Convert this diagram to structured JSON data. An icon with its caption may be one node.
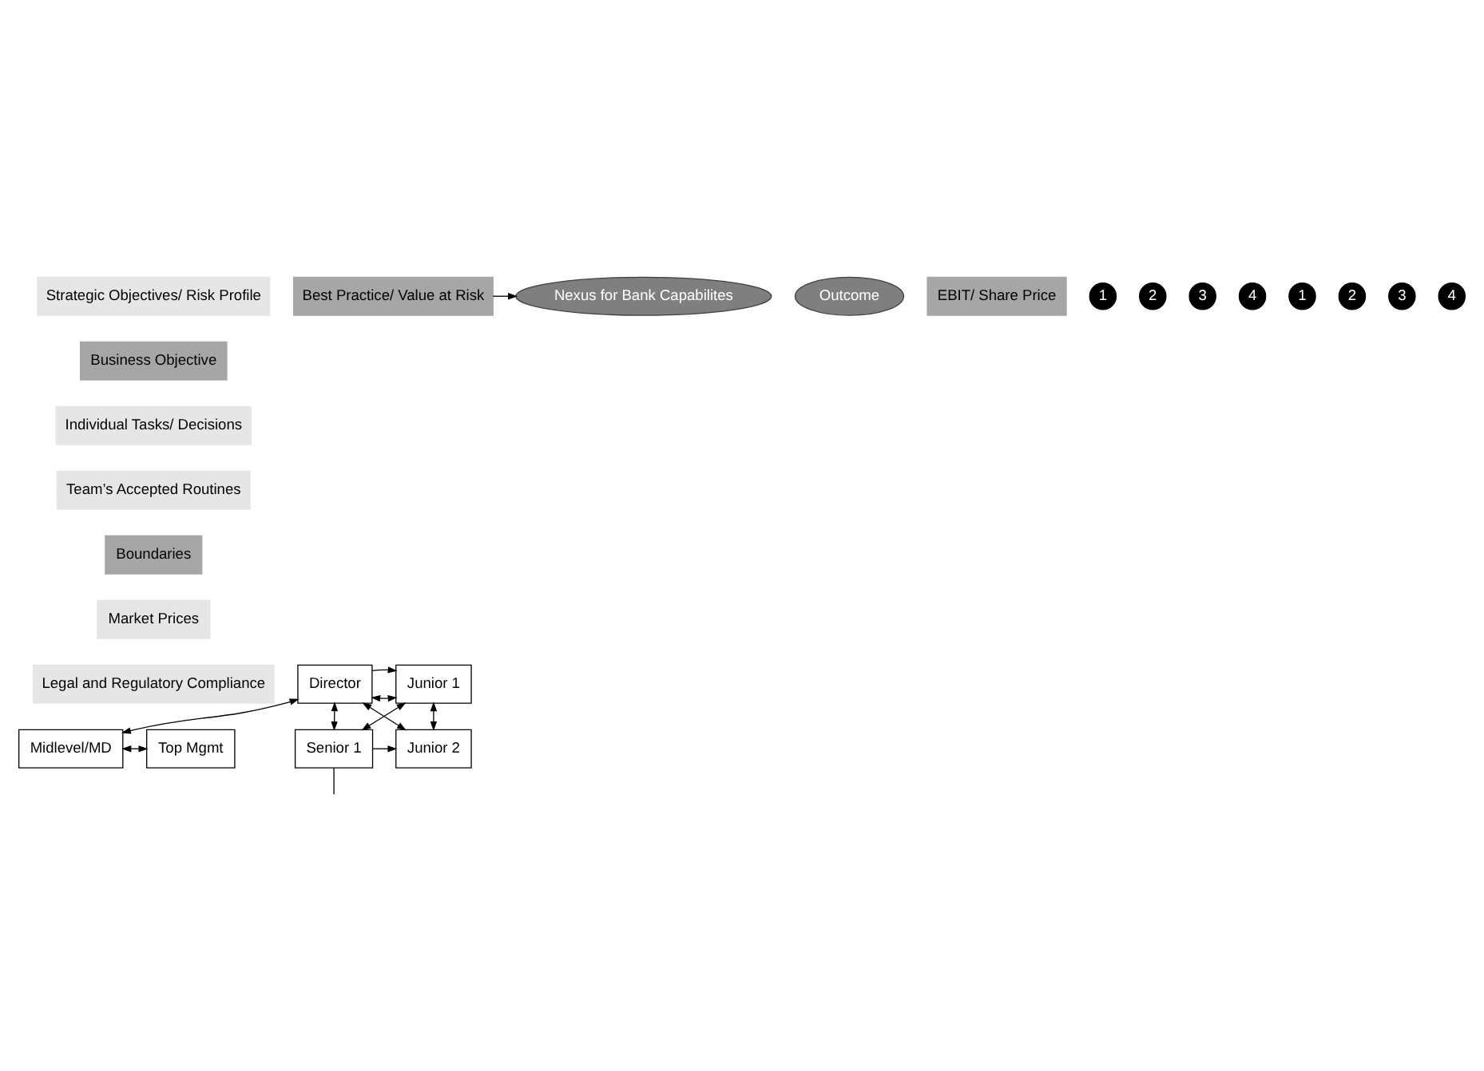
{
  "diagram": {
    "nodes": [
      {
        "text": [
          "Strategic Objectives/ Risk Profile"
        ]
      },
      {
        "text": [
          "Business Objective"
        ]
      },
      {
        "text": [
          "Individual Tasks/ Decisions"
        ]
      },
      {
        "text": [
          "Team’s Accepted Routines"
        ]
      },
      {
        "text": [
          "Boundaries"
        ]
      },
      {
        "text": [
          "Market Prices"
        ]
      },
      {
        "text": [
          "Legal and Regulatory Compliance"
        ]
      },
      {
        "text": [
          "Nexus for Bank Capabilites"
        ]
      },
      {
        "text": [
          "Best Practice/ Value at Risk"
        ]
      },
      {
        "text": [
          "Outcome"
        ]
      },
      {
        "text": [
          "EBIT/ Share Price"
        ]
      },
      {
        "text": [
          "Top Mgmt"
        ]
      },
      {
        "text": [
          "Junior 1"
        ]
      },
      {
        "text": [
          "Midlevel/MD"
        ]
      },
      {
        "text": [
          "Director"
        ]
      },
      {
        "text": [
          "Junior 2"
        ]
      },
      {
        "text": [
          "Senior 1"
        ]
      }
    ],
    "edges": [
      {
        "from": 8,
        "to": 7,
        "arrow": "to"
      },
      {
        "from": 12,
        "to": 14,
        "arrow": "both"
      },
      {
        "from": 14,
        "to": 12,
        "arrow": "to"
      },
      {
        "from": 12,
        "to": 15,
        "arrow": "both"
      },
      {
        "from": 12,
        "to": 16,
        "arrow": "both"
      },
      {
        "from": 14,
        "to": 15,
        "arrow": "both"
      },
      {
        "from": 16,
        "to": 15,
        "arrow": "to"
      },
      {
        "from": 16,
        "to": 14,
        "arrow": "both"
      },
      {
        "from": 14,
        "to": 13,
        "arrow": "both"
      },
      {
        "from": 13,
        "to": 11,
        "arrow": "both"
      },
      {
        "from": 16,
        "to": null,
        "arrow": "none"
      }
    ],
    "labels": [
      "1",
      "2",
      "3",
      "4",
      "1",
      "2",
      "3",
      "4"
    ]
  }
}
